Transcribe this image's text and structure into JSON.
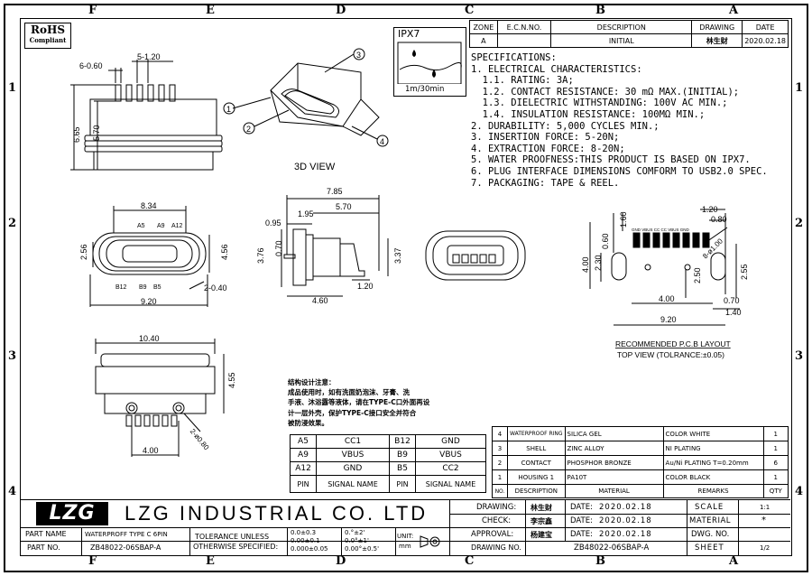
{
  "border": {
    "top_letters": [
      "F",
      "E",
      "D",
      "C",
      "B",
      "A"
    ],
    "bottom_letters": [
      "F",
      "E",
      "D",
      "C",
      "B",
      "A"
    ],
    "left_numbers": [
      "1",
      "2",
      "3",
      "4"
    ],
    "right_numbers": [
      "1",
      "2",
      "3",
      "4"
    ]
  },
  "rohs": {
    "title": "RoHS",
    "subtitle": "Compliant"
  },
  "ipx": {
    "title": "IPX7",
    "caption": "1m/30min"
  },
  "revision_table": {
    "headers": [
      "ZONE",
      "E.C.N.NO.",
      "DESCRIPTION",
      "DRAWING",
      "DATE"
    ],
    "row": [
      "A",
      "",
      "INITIAL",
      "林生财",
      "2020.02.18"
    ]
  },
  "specifications": [
    "SPECIFICATIONS:",
    "1. ELECTRICAL CHARACTERISTICS:",
    "  1.1. RATING: 3A;",
    "  1.2. CONTACT RESISTANCE: 30 mΩ MAX.(INITIAL);",
    "  1.3. DIELECTRIC WITHSTANDING: 100V AC MIN.;",
    "  1.4. INSULATION RESISTANCE: 100MΩ MIN.;",
    "2. DURABILITY: 5,000 CYCLES MIN.;",
    "3. INSERTION FORCE: 5-20N;",
    "4. EXTRACTION FORCE: 8-20N;",
    "5. WATER PROOFNESS:THIS PRODUCT IS BASED ON IPX7.",
    "6. PLUG INTERFACE DIMENSIONS COMFORM TO USB2.0 SPEC.",
    "7. PACKAGING: TAPE & REEL."
  ],
  "views": {
    "view_3d": "3D VIEW",
    "callouts": [
      "1",
      "2",
      "3",
      "4"
    ],
    "pcb_title": "RECOMMENDED P.C.B LAYOUT",
    "pcb_subtitle": "TOP VIEW (TOLRANCE:±0.05)"
  },
  "dims": {
    "top_left": [
      "6-0.60",
      "5-1.20",
      "6.65",
      "5.70"
    ],
    "front": [
      "8.34",
      "A5",
      "A9",
      "A12",
      "2.56",
      "4.56",
      "B12",
      "B9",
      "B5",
      "2-0.40",
      "9.20"
    ],
    "side": [
      "7.85",
      "5.70",
      "1.95",
      "0.95",
      "0.70",
      "3.76",
      "3.37",
      "1.20",
      "4.60"
    ],
    "pcb": [
      "1.20",
      "0.80",
      "1.60",
      "0.60",
      "2.30",
      "4.00",
      "8-ø1.00",
      "2.50",
      "2.55",
      "4.00",
      "0.70",
      "1.40",
      "9.20"
    ],
    "pcb_pins": "GND VBUS CC CC VBUS GND",
    "bottom": [
      "10.40",
      "4.55",
      "4.00",
      "2-ø0.80"
    ]
  },
  "notes": [
    "结构设计注意：",
    "成品使用时，如有洗面奶泡沫、牙膏、洗",
    "手液、沐浴露等液体，请在TYPE-C口外面再设",
    "计一层外壳，保护TYPE-C接口安全并符合",
    "被防浸效果。"
  ],
  "pin_table": [
    [
      "A5",
      "CC1",
      "B12",
      "GND"
    ],
    [
      "A9",
      "VBUS",
      "B9",
      "VBUS"
    ],
    [
      "A12",
      "GND",
      "B5",
      "CC2"
    ],
    [
      "PIN",
      "SIGNAL NAME",
      "PIN",
      "SIGNAL NAME"
    ]
  ],
  "material_table": {
    "rows": [
      [
        "4",
        "WATERPROOF RING",
        "SILICA GEL",
        "COLOR WHITE",
        "1"
      ],
      [
        "3",
        "SHELL",
        "ZINC ALLOY",
        "NI PLATING",
        "1"
      ],
      [
        "2",
        "CONTACT",
        "PHOSPHOR BRONZE",
        "Au/Ni PLATING T=0.20mm",
        "6"
      ],
      [
        "1",
        "HOUSING 1",
        "PA10T",
        "COLOR BLACK",
        "1"
      ]
    ],
    "header": [
      "NO.",
      "DESCRIPTION",
      "MATERIAL",
      "REMARKS",
      "QTY"
    ]
  },
  "title_block": {
    "logo": "LZG",
    "company": "LZG INDUSTRIAL CO. LTD",
    "part_name_label": "PART NAME",
    "part_name": "WATERPROFF TYPE C 6PIN",
    "part_no_label": "PART NO.",
    "part_no": "ZB48022-06SBAP-A",
    "tolerance_label_1": "TOLERANCE UNLESS",
    "tolerance_label_2": "OTHERWISE SPECIFIED:",
    "tol_1": "0.0±0.3",
    "tol_2": "0.00±0.1",
    "tol_3": "0.000±0.05",
    "ang_1": "0.°±2'",
    "ang_2": "0.0°±1'",
    "ang_3": "0.00°±0.5'",
    "unit_label": "UNIT:",
    "unit": "mm",
    "drawing_label": "DRAWING:",
    "drawing_by": "林生财",
    "check_label": "CHECK:",
    "check_by": "李宗鑫",
    "approval_label": "APPROVAL:",
    "approval_by": "杨建宝",
    "date_label": "DATE:",
    "date1": "2020.02.18",
    "date2": "2020.02.18",
    "date3": "2020.02.18",
    "scale_label": "SCALE",
    "scale": "1:1",
    "material_label": "MATERIAL",
    "material": "*",
    "dwgno_label": "DWG. NO.",
    "drawing_no_label": "DRAWING NO.",
    "drawing_no": "ZB48022-06SBAP-A",
    "sheet_label": "SHEET",
    "sheet": "1/2"
  }
}
